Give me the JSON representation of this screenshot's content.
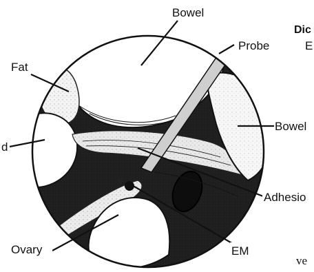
{
  "labels": {
    "bowel_top": "Bowel",
    "probe": "Probe",
    "fat": "Fat",
    "bowel_right": "Bowel",
    "left_cut": "d",
    "adhesion": "Adhesio",
    "ovary": "Ovary",
    "em": "EM"
  },
  "margin_text": {
    "top_right_bold": "Dic",
    "top_right_sub": "E",
    "bottom_right": "ve"
  }
}
